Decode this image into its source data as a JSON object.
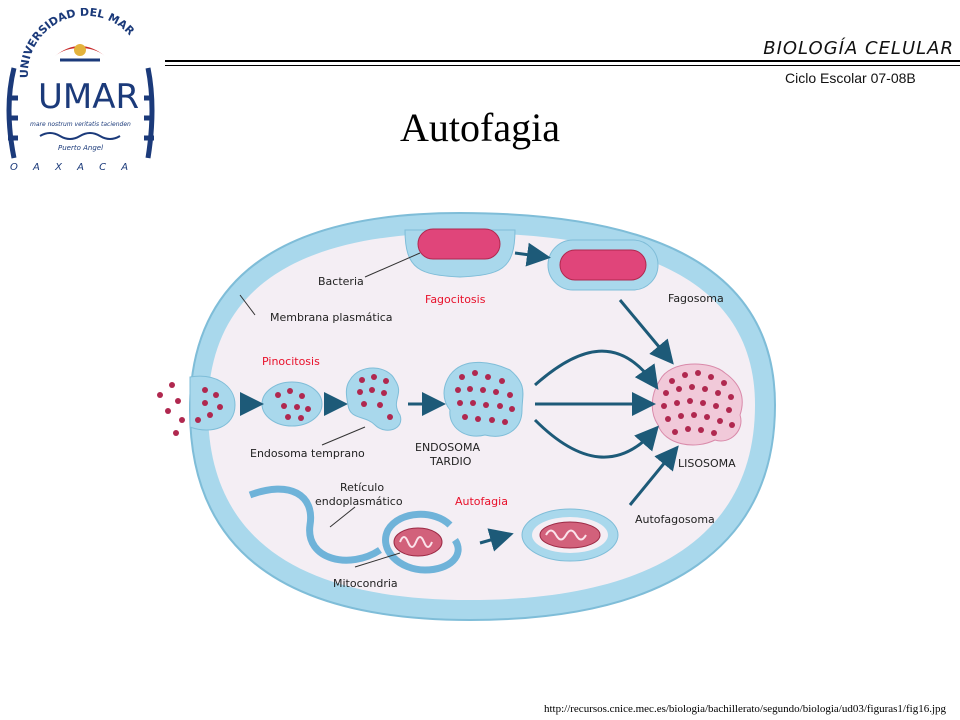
{
  "logo": {
    "arc_text": "UNIVERSIDAD DEL MAR",
    "monogram": "UMAR",
    "motto": "mare nostrum veritatis tacienden",
    "place": "Puerto Angel",
    "bottom_text": "O A X A C A",
    "color": "#1b3a7a"
  },
  "header": {
    "course": "BIOLOGÍA CELULAR",
    "cycle": "Ciclo Escolar 07-08B"
  },
  "slide": {
    "title": "Autofagia"
  },
  "diagram": {
    "labels": {
      "bacteria": "Bacteria",
      "fagocitosis": "Fagocitosis",
      "fagosoma": "Fagosoma",
      "membrana": "Membrana plasmática",
      "pinocitosis": "Pinocitosis",
      "endosoma_temprano": "Endosoma temprano",
      "endosoma_tardio_1": "ENDOSOMA",
      "endosoma_tardio_2": "TARDIO",
      "lisosoma": "LISOSOMA",
      "reticulo_1": "Retículo",
      "reticulo_2": "endoplasmático",
      "autofagia": "Autofagia",
      "autofagosoma": "Autofagosoma",
      "mitocondria": "Mitocondria"
    },
    "colors": {
      "membrane": "#a9d8ec",
      "membrane_edge": "#7fbdd8",
      "cytoplasm": "#f4eef4",
      "particle": "#b0284f",
      "bacterium": "#e0457a",
      "arrow": "#1d5a78",
      "process_label": "#e8102a"
    }
  },
  "source": "http://recursos.cnice.mec.es/biologia/bachillerato/segundo/biologia/ud03/figuras1/fig16.jpg"
}
